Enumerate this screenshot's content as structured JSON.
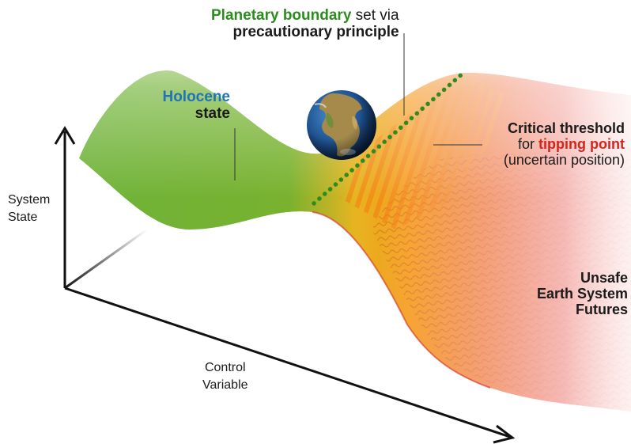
{
  "labels": {
    "planetary_boundary": {
      "highlight": "Planetary boundary",
      "rest": " set via",
      "line2": "precautionary principle"
    },
    "holocene": {
      "highlight": "Holocene",
      "line2": "state"
    },
    "critical_threshold": {
      "line1": "Critical threshold",
      "line2_prefix": "for ",
      "line2_highlight": "tipping point",
      "line3": "(uncertain position)"
    },
    "unsafe": {
      "line1": "Unsafe",
      "line2": "Earth System",
      "line3": "Futures"
    },
    "y_axis": {
      "line1": "System",
      "line2": "State"
    },
    "x_axis": {
      "line1": "Control",
      "line2": "Variable"
    }
  },
  "colors": {
    "boundary_green": "#2e8b1f",
    "holocene_blue": "#1f74b5",
    "tipping_red": "#d0261d",
    "safe_green": "#5fa52e",
    "transition_orange": "#f5a21a",
    "danger_red": "#e03a2e",
    "axis": "#111111"
  },
  "icons": {
    "earth": "earth-globe-icon"
  }
}
